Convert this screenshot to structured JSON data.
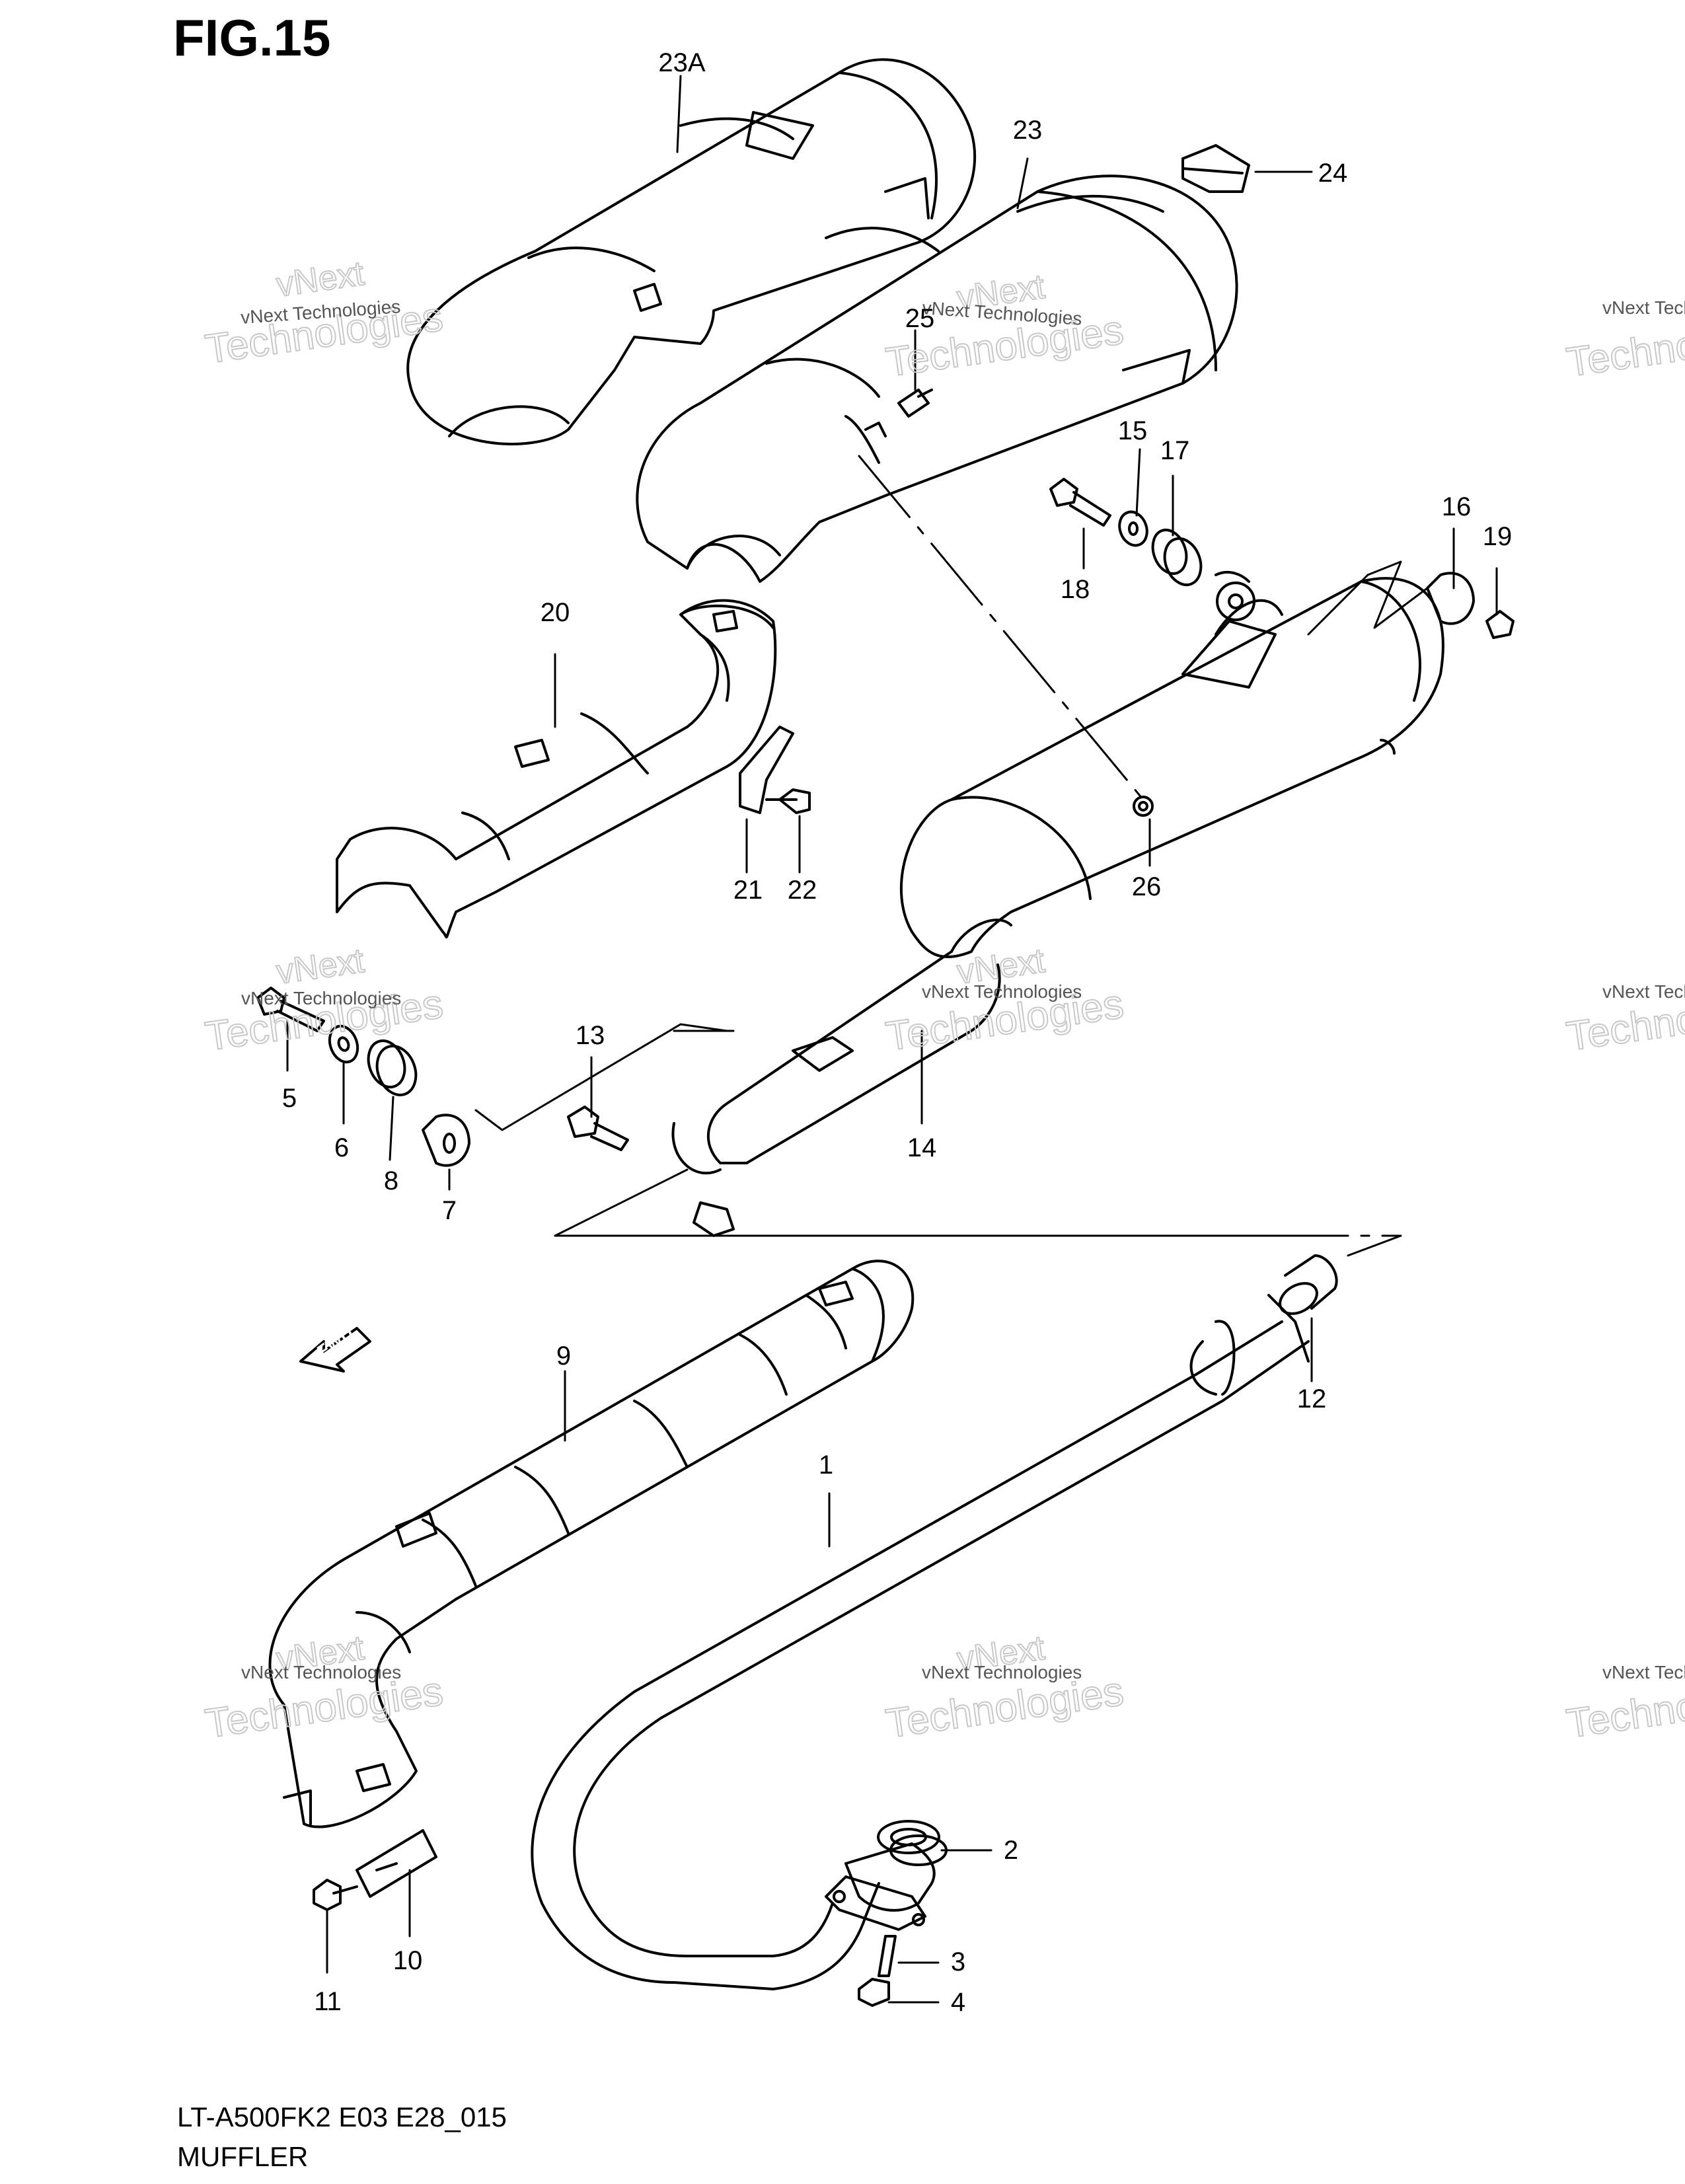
{
  "figure": {
    "label": "FIG.15"
  },
  "footer": {
    "model_code": "LT-A500FK2 E03 E28_015",
    "title": "MUFFLER"
  },
  "fwd_arrow_label": "FWD",
  "watermark": {
    "line1": "vNext",
    "line2": "vNext Technologies",
    "line3": "Technologies"
  },
  "parts": [
    {
      "id": "23A"
    },
    {
      "id": "23"
    },
    {
      "id": "24"
    },
    {
      "id": "25"
    },
    {
      "id": "15"
    },
    {
      "id": "17"
    },
    {
      "id": "16"
    },
    {
      "id": "19"
    },
    {
      "id": "18"
    },
    {
      "id": "20"
    },
    {
      "id": "21"
    },
    {
      "id": "22"
    },
    {
      "id": "26"
    },
    {
      "id": "5"
    },
    {
      "id": "6"
    },
    {
      "id": "8"
    },
    {
      "id": "7"
    },
    {
      "id": "13"
    },
    {
      "id": "14"
    },
    {
      "id": "9"
    },
    {
      "id": "1"
    },
    {
      "id": "12"
    },
    {
      "id": "2"
    },
    {
      "id": "3"
    },
    {
      "id": "4"
    },
    {
      "id": "10"
    },
    {
      "id": "11"
    }
  ]
}
